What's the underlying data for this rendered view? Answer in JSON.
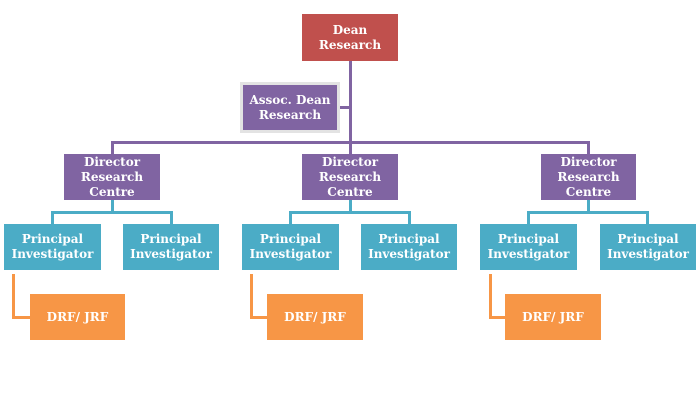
{
  "diagram": {
    "type": "org-chart",
    "colors": {
      "dean": "#C0504D",
      "assoc_dean": "#8064A2",
      "director": "#8064A2",
      "investigator": "#4BACC6",
      "fellow": "#F79646"
    },
    "dean": {
      "label": "Dean Research"
    },
    "assoc_dean": {
      "label": "Assoc. Dean\nResearch"
    },
    "centres": [
      {
        "director": "Director\nResearch\nCentre",
        "investigators": [
          "Principal\nInvestigator",
          "Principal\nInvestigator"
        ],
        "fellow": "DRF/ JRF"
      },
      {
        "director": "Director\nResearch\nCentre",
        "investigators": [
          "Principal\nInvestigator",
          "Principal\nInvestigator"
        ],
        "fellow": "DRF/ JRF"
      },
      {
        "director": "Director\nResearch\nCentre",
        "investigators": [
          "Principal\nInvestigator",
          "Principal\nInvestigator"
        ],
        "fellow": "DRF/ JRF"
      }
    ]
  }
}
